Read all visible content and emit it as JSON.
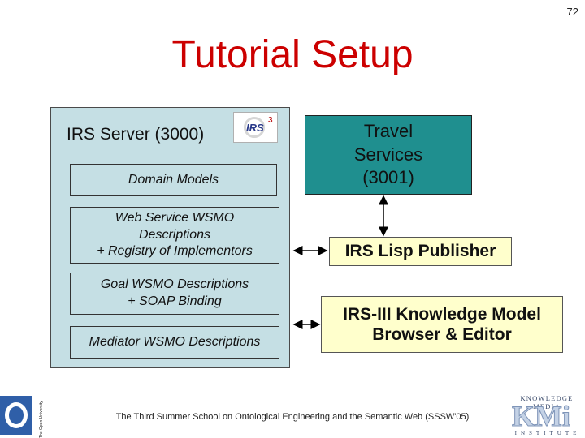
{
  "slide": {
    "page_number": "72",
    "title": "Tutorial Setup",
    "footer": "The Third Summer School on Ontological Engineering and the Semantic Web (SSSW'05)"
  },
  "server": {
    "title": "IRS Server (3000)",
    "logo_text": "IRS",
    "logo_sup": "3",
    "components": {
      "domain_models": "Domain Models",
      "web_service": "Web Service WSMO\nDescriptions\n+ Registry of Implementors",
      "goal": "Goal WSMO Descriptions\n+ SOAP Binding",
      "mediator": "Mediator WSMO Descriptions"
    }
  },
  "travel": {
    "label": "Travel\nServices\n(3001)"
  },
  "publisher": {
    "label": "IRS Lisp Publisher"
  },
  "browser": {
    "label": "IRS-III Knowledge Model\nBrowser & Editor"
  },
  "logos": {
    "ou_text": "The Open University",
    "kmi_name": "KNOWLEDGE MEDIA",
    "kmi_big": "KMi",
    "kmi_institute": "INSTITUTE"
  },
  "colors": {
    "title": "#cc0000",
    "server_bg": "#c5dfe4",
    "travel_bg": "#1f8f8f",
    "note_bg": "#ffffcc"
  }
}
